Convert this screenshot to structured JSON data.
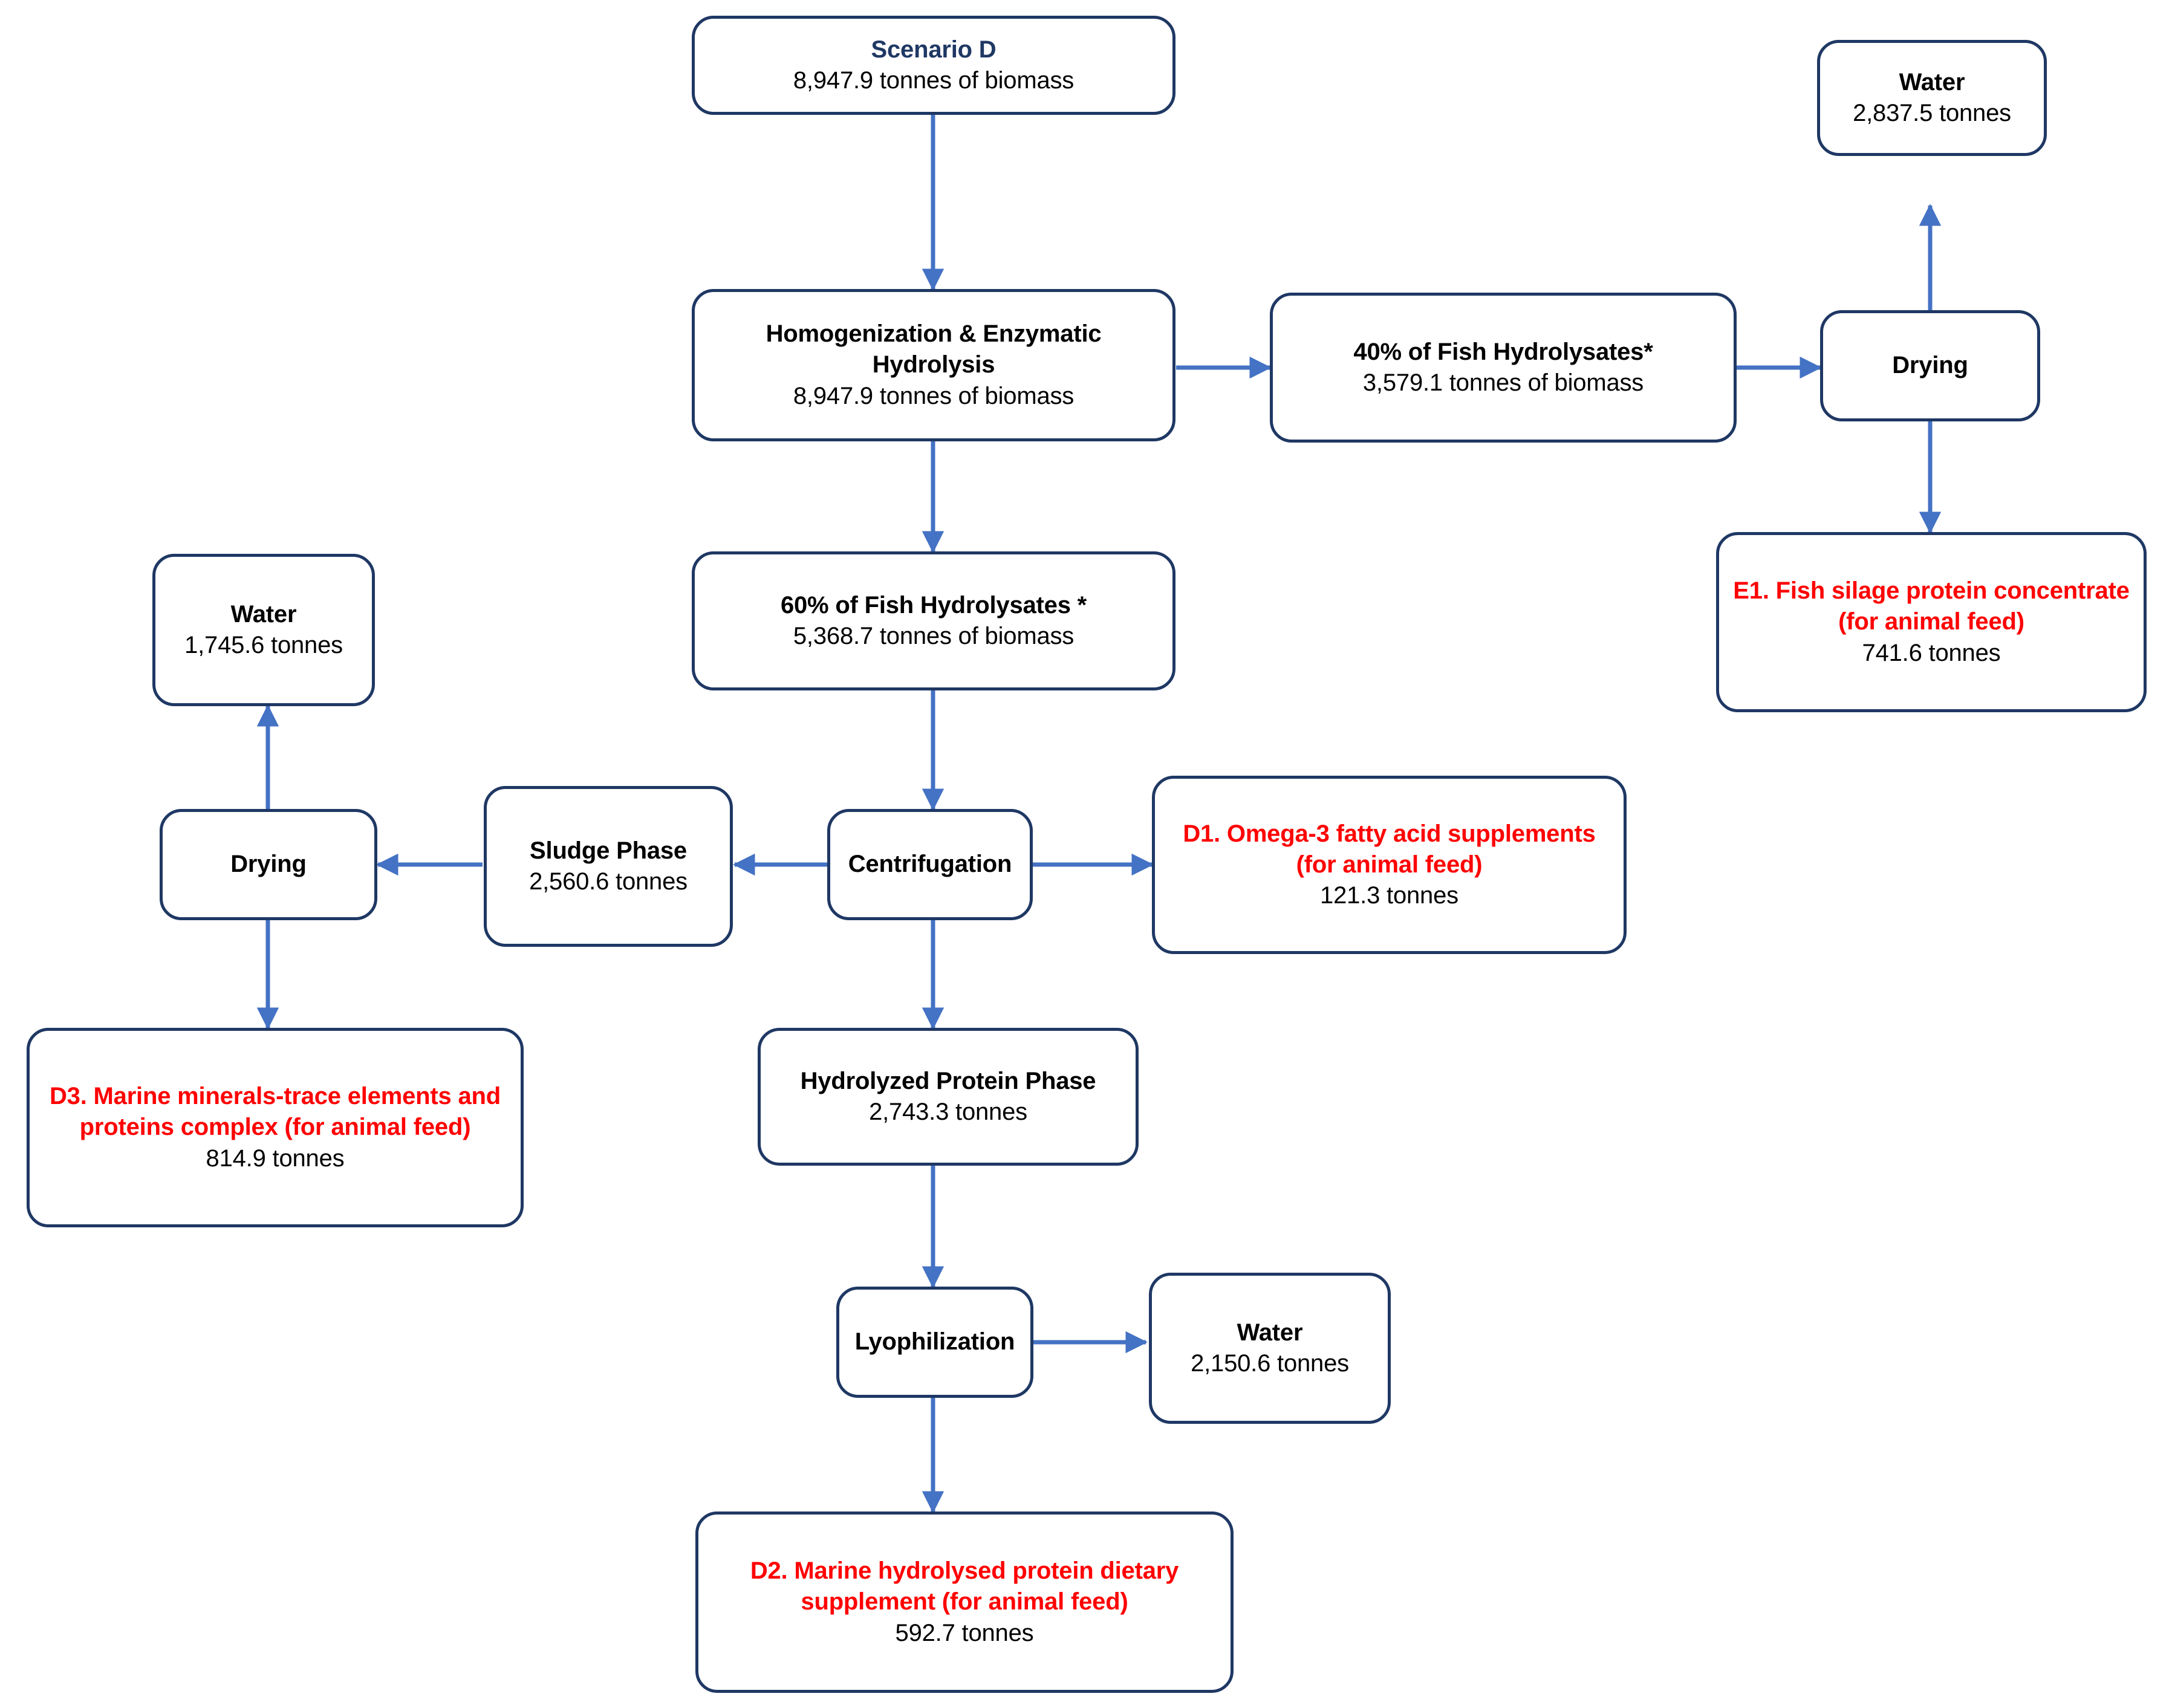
{
  "diagram": {
    "title_color": "#1F3864",
    "product_color": "#FF0000",
    "arrow_color": "#4472C4",
    "border_color": "#1F3864",
    "unit": "tonnes"
  },
  "nodes": {
    "scenario": {
      "title": "Scenario D",
      "value": "8,947.9 tonnes of biomass"
    },
    "homogenization": {
      "title": "Homogenization & Enzymatic Hydrolysis",
      "value": "8,947.9 tonnes of biomass"
    },
    "hydrolysates_40": {
      "title": "40% of Fish Hydrolysates*",
      "value": "3,579.1 tonnes of biomass"
    },
    "drying_right": {
      "title": "Drying",
      "value": ""
    },
    "water_top_right": {
      "title": "Water",
      "value": "2,837.5 tonnes"
    },
    "e1_product": {
      "title": "E1. Fish silage protein concentrate (for animal feed)",
      "value": "741.6 tonnes"
    },
    "hydrolysates_60": {
      "title": "60% of Fish Hydrolysates *",
      "value": "5,368.7 tonnes of biomass"
    },
    "centrifugation": {
      "title": "Centrifugation",
      "value": ""
    },
    "d1_product": {
      "title": "D1. Omega-3 fatty acid supplements (for animal feed)",
      "value": "121.3 tonnes"
    },
    "sludge_phase": {
      "title": "Sludge Phase",
      "value": "2,560.6 tonnes"
    },
    "drying_left": {
      "title": "Drying",
      "value": ""
    },
    "water_left": {
      "title": "Water",
      "value": "1,745.6 tonnes"
    },
    "d3_product": {
      "title": "D3. Marine minerals-trace elements and proteins complex (for animal feed)",
      "value": "814.9 tonnes"
    },
    "hydrolyzed_protein_phase": {
      "title": "Hydrolyzed Protein Phase",
      "value": "2,743.3 tonnes"
    },
    "lyophilization": {
      "title": "Lyophilization",
      "value": ""
    },
    "water_lyo": {
      "title": "Water",
      "value": "2,150.6 tonnes"
    },
    "d2_product": {
      "title": "D2. Marine hydrolysed protein dietary supplement (for animal feed)",
      "value": "592.7 tonnes"
    }
  }
}
